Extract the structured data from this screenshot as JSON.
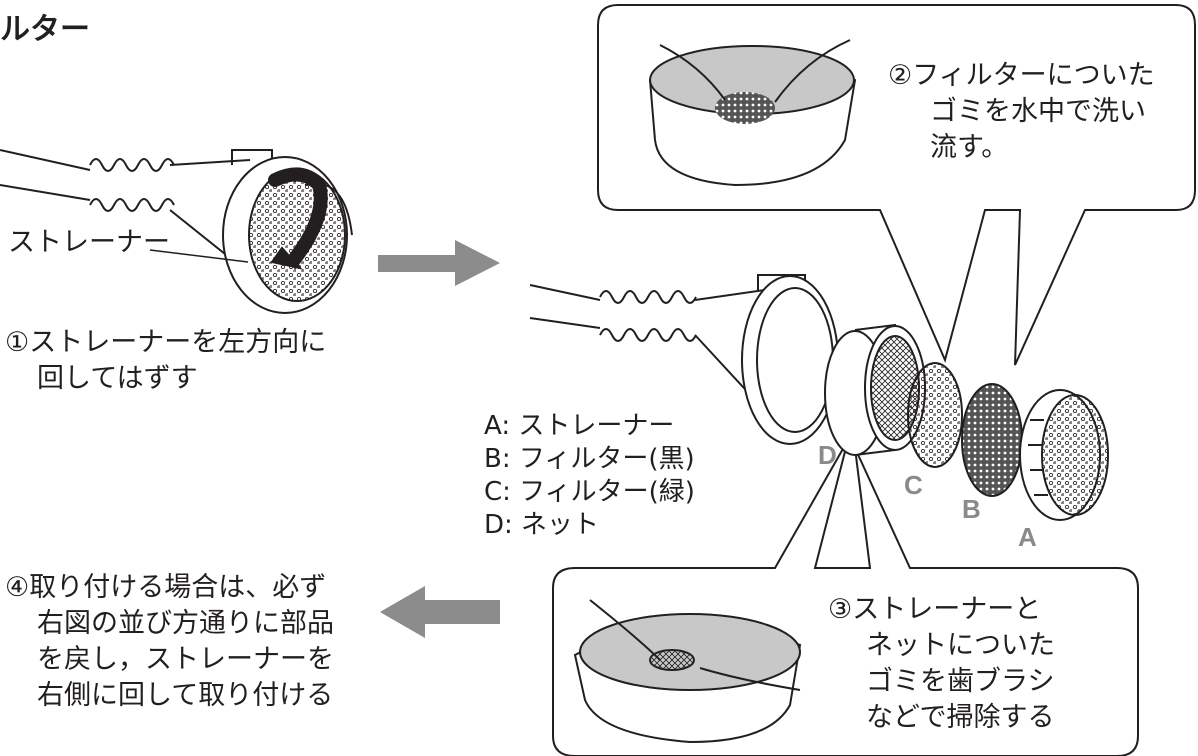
{
  "title": "ルター",
  "strainer_label": "ストレーナー",
  "steps": {
    "step1": [
      "①ストレーナーを左方向に",
      "回してはずす"
    ],
    "step2": [
      "②フィルターについた",
      "ゴミを水中で洗い",
      "流す。"
    ],
    "step3": [
      "③ストレーナーと",
      "ネットについた",
      "ゴミを歯ブラシ",
      "などで掃除する"
    ],
    "step4": [
      "④取り付ける場合は、必ず",
      "右図の並び方通りに部品",
      "を戻し，ストレーナーを",
      "右側に回して取り付ける"
    ]
  },
  "legend": [
    "A: ストレーナー",
    "B: フィルター(黒)",
    "C: フィルター(緑)",
    "D: ネット"
  ],
  "part_letters": {
    "a": "A",
    "b": "B",
    "c": "C",
    "d": "D"
  },
  "colors": {
    "line": "#231f20",
    "arrow": "#8c8c8c",
    "water": "#c8c8c8",
    "letter": "#8a8a8a"
  }
}
